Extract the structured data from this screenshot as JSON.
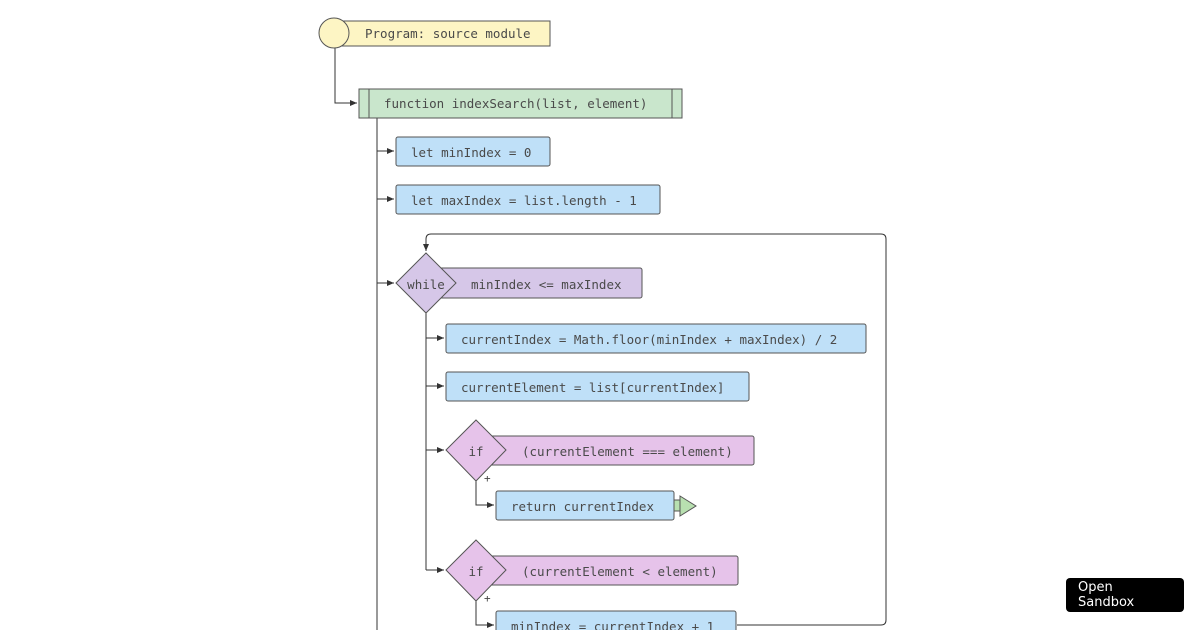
{
  "diagram": {
    "program_label": "Program: source module",
    "function_label": "function indexSearch(list, element)",
    "stmt_min": "let minIndex = 0",
    "stmt_max": "let maxIndex = list.length - 1",
    "while_keyword": "while",
    "while_condition": "minIndex <= maxIndex",
    "stmt_current_index": "currentIndex = Math.floor(minIndex + maxIndex) / 2",
    "stmt_current_element": "currentElement = list[currentIndex]",
    "if1_keyword": "if",
    "if1_condition": "(currentElement === element)",
    "if1_branch_sign": "+",
    "return_label": "return currentIndex",
    "if2_keyword": "if",
    "if2_condition": "(currentElement < element)",
    "if2_branch_sign": "+",
    "stmt_min_update": "minIndex = currentIndex + 1"
  },
  "colors": {
    "program": "#fdf5c4",
    "function": "#c9e6cc",
    "statement": "#bfe0f8",
    "while_loop": "#d6c7e8",
    "if_condition": "#e6c3ea",
    "return_marker": "#b8e0b0"
  },
  "sandbox_button": {
    "label": "Open Sandbox"
  }
}
